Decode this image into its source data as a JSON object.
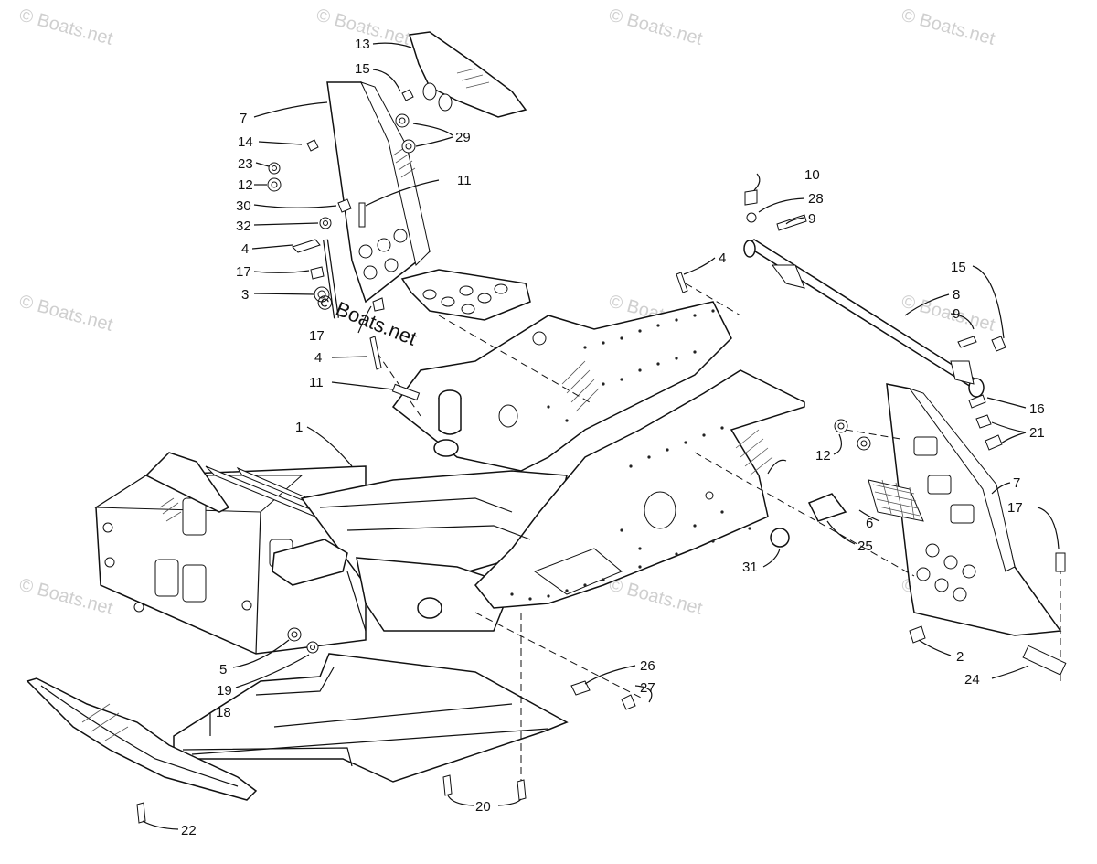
{
  "watermark": {
    "text": "© Boats.net",
    "center_text": "© Boats.net"
  },
  "callouts": [
    {
      "id": "c13",
      "label": "13"
    },
    {
      "id": "c15a",
      "label": "15"
    },
    {
      "id": "c7a",
      "label": "7"
    },
    {
      "id": "c14",
      "label": "14"
    },
    {
      "id": "c29",
      "label": "29"
    },
    {
      "id": "c23",
      "label": "23"
    },
    {
      "id": "c12a",
      "label": "12"
    },
    {
      "id": "c30",
      "label": "30"
    },
    {
      "id": "c11a",
      "label": "11"
    },
    {
      "id": "c32",
      "label": "32"
    },
    {
      "id": "c4a",
      "label": "4"
    },
    {
      "id": "c17a",
      "label": "17"
    },
    {
      "id": "c3",
      "label": "3"
    },
    {
      "id": "c17b",
      "label": "17"
    },
    {
      "id": "c4b",
      "label": "4"
    },
    {
      "id": "c11b",
      "label": "11"
    },
    {
      "id": "c1",
      "label": "1"
    },
    {
      "id": "c10",
      "label": "10"
    },
    {
      "id": "c28",
      "label": "28"
    },
    {
      "id": "c9a",
      "label": "9"
    },
    {
      "id": "c4c",
      "label": "4"
    },
    {
      "id": "c15b",
      "label": "15"
    },
    {
      "id": "c8",
      "label": "8"
    },
    {
      "id": "c9b",
      "label": "9"
    },
    {
      "id": "c16",
      "label": "16"
    },
    {
      "id": "c21",
      "label": "21"
    },
    {
      "id": "c12b",
      "label": "12"
    },
    {
      "id": "c7b",
      "label": "7"
    },
    {
      "id": "c17c",
      "label": "17"
    },
    {
      "id": "c6",
      "label": "6"
    },
    {
      "id": "c25",
      "label": "25"
    },
    {
      "id": "c31",
      "label": "31"
    },
    {
      "id": "c5",
      "label": "5"
    },
    {
      "id": "c19",
      "label": "19"
    },
    {
      "id": "c18",
      "label": "18"
    },
    {
      "id": "c26",
      "label": "26"
    },
    {
      "id": "c27",
      "label": "27"
    },
    {
      "id": "c2",
      "label": "2"
    },
    {
      "id": "c24",
      "label": "24"
    },
    {
      "id": "c20",
      "label": "20"
    },
    {
      "id": "c22",
      "label": "22"
    }
  ]
}
